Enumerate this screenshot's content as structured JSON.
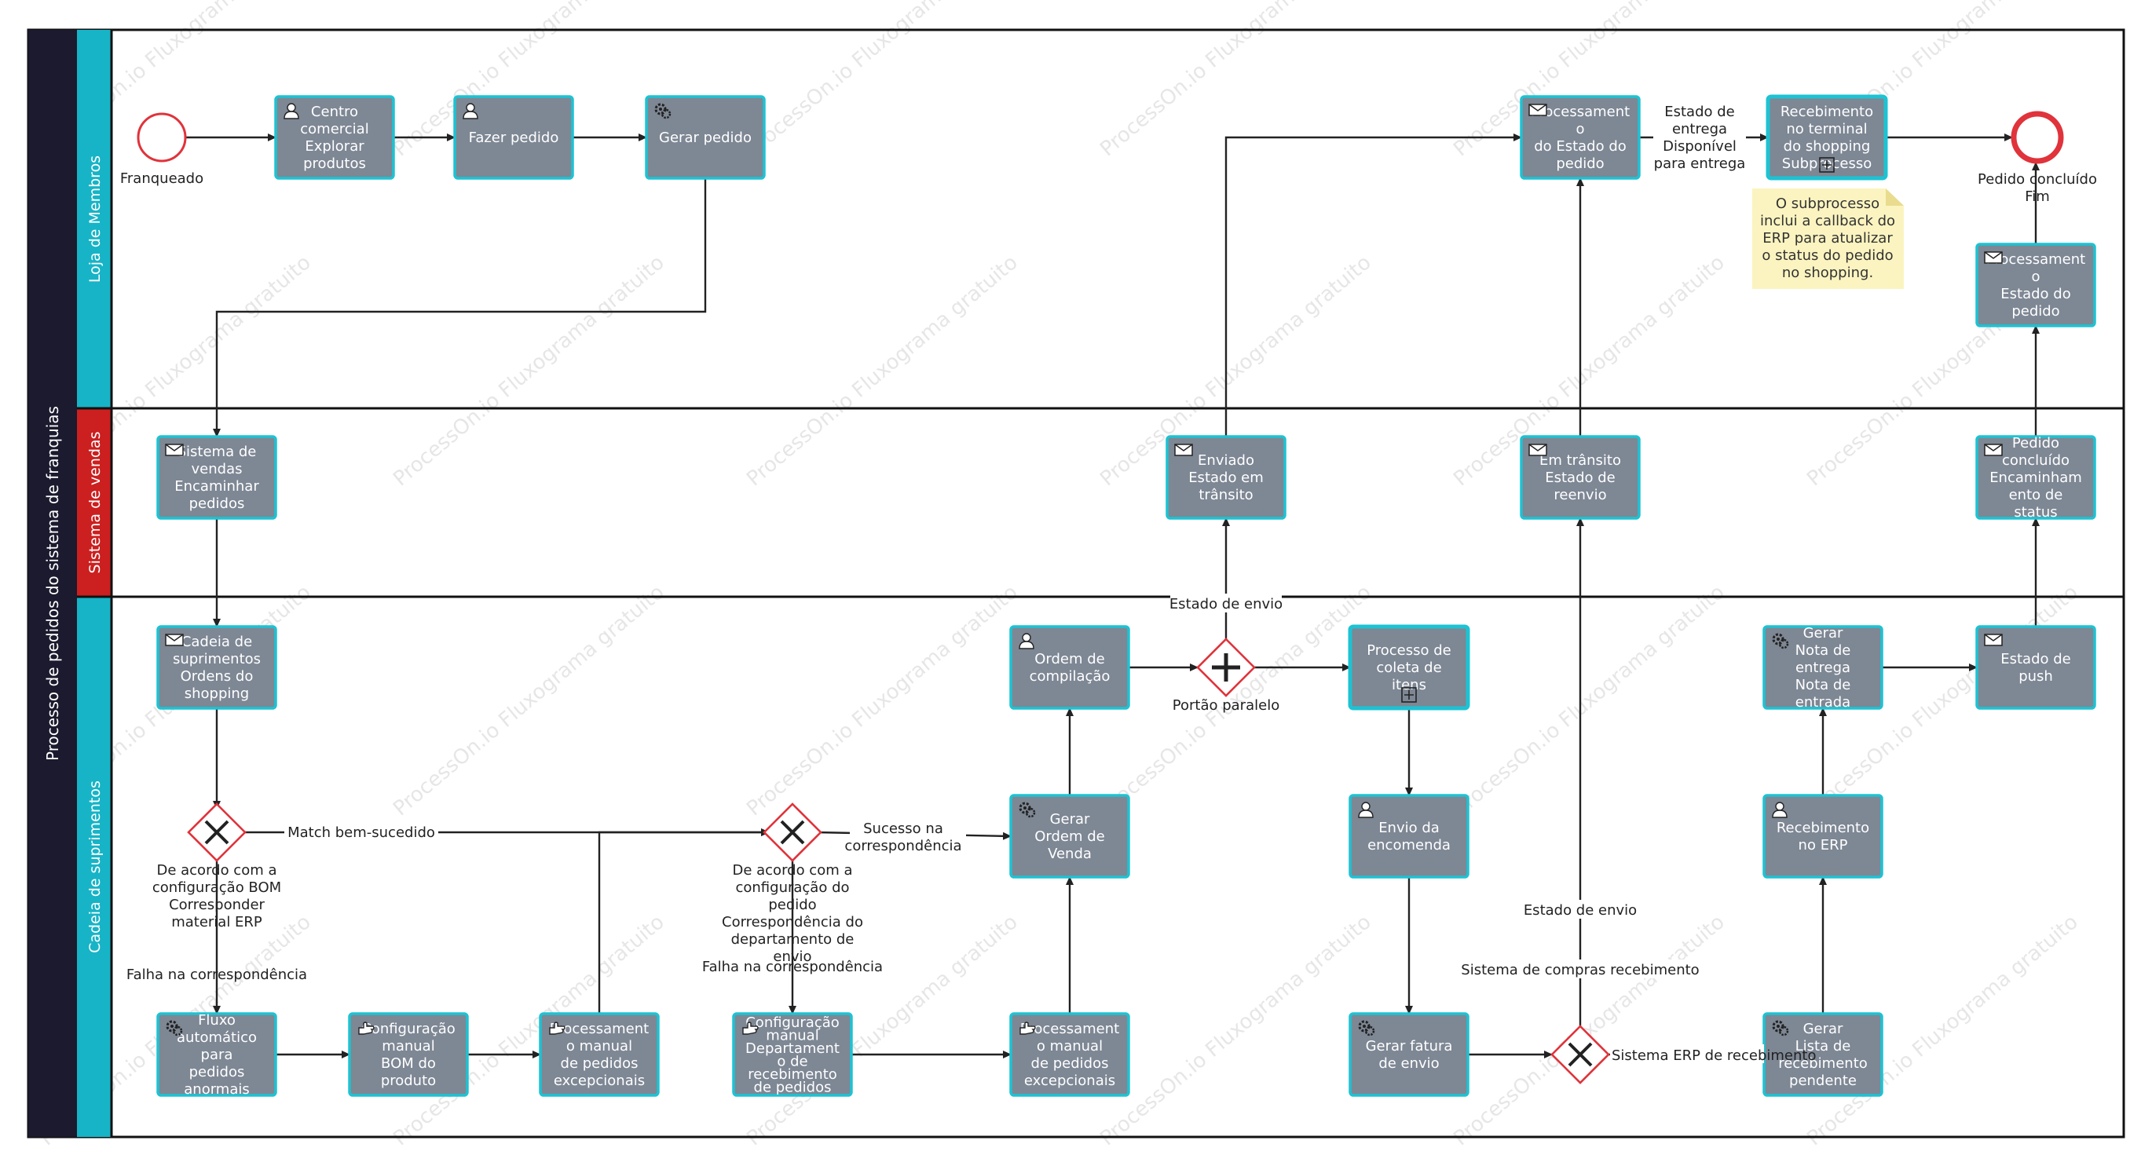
{
  "pool": {
    "title": "Processo de pedidos do sistema de franquias",
    "color": "#1b1a2e"
  },
  "lanes": [
    {
      "id": "loja",
      "title": "Loja de Membros",
      "color": "#16b4c6"
    },
    {
      "id": "vendas",
      "title": "Sistema de vendas",
      "color": "#cc1f1f"
    },
    {
      "id": "cadeia",
      "title": "Cadeia de suprimentos",
      "color": "#16b4c6"
    }
  ],
  "watermark": "ProcessOn.io Fluxograma gratuito",
  "colors": {
    "task_fill": "#7e8794",
    "task_border": "#1cc3d3",
    "gateway": "#e0333b",
    "event": "#e0333b",
    "note": "#fbf4c0"
  },
  "events": [
    {
      "id": "start",
      "label": "Franqueado"
    },
    {
      "id": "end",
      "label": [
        "Pedido concluído",
        "Fim"
      ]
    }
  ],
  "tasks": [
    {
      "id": "t1",
      "icon": "user-icon",
      "lines": [
        "Centro",
        "comercial",
        "Explorar",
        "produtos"
      ]
    },
    {
      "id": "t2",
      "icon": "user-icon",
      "lines": [
        "Fazer pedido"
      ]
    },
    {
      "id": "t3",
      "icon": "gear-icon",
      "lines": [
        "Gerar pedido"
      ]
    },
    {
      "id": "t4",
      "icon": "message-icon",
      "lines": [
        "Processament",
        "o",
        "do Estado do",
        "pedido"
      ]
    },
    {
      "id": "t5",
      "icon": "none",
      "lines": [
        "Recebimento",
        "no terminal",
        "do shopping",
        "Subprocesso"
      ]
    },
    {
      "id": "t6",
      "icon": "message-icon",
      "lines": [
        "Processament",
        "o",
        "Estado do",
        "pedido"
      ]
    },
    {
      "id": "t7",
      "icon": "message-icon",
      "lines": [
        "Sistema de",
        "vendas",
        "Encaminhar",
        "pedidos"
      ]
    },
    {
      "id": "t8",
      "icon": "message-icon",
      "lines": [
        "Enviado",
        "Estado em",
        "trânsito"
      ]
    },
    {
      "id": "t9",
      "icon": "message-icon",
      "lines": [
        "Em trânsito",
        "Estado de",
        "reenvio"
      ]
    },
    {
      "id": "t10",
      "icon": "message-icon",
      "lines": [
        "Pedido",
        "concluído",
        "Encaminham",
        "ento de",
        "status"
      ]
    },
    {
      "id": "t11",
      "icon": "message-icon",
      "lines": [
        "Cadeia de",
        "suprimentos",
        "Ordens do",
        "shopping"
      ]
    },
    {
      "id": "t12",
      "icon": "user-icon",
      "lines": [
        "Ordem de",
        "compilação"
      ]
    },
    {
      "id": "t13",
      "icon": "none",
      "lines": [
        "Processo de",
        "coleta de",
        "itens"
      ]
    },
    {
      "id": "t14",
      "icon": "gear-icon",
      "lines": [
        "Gerar",
        "Nota de",
        "entrega",
        "Nota de",
        "entrada"
      ]
    },
    {
      "id": "t15",
      "icon": "message-icon",
      "lines": [
        "Estado de",
        "push"
      ]
    },
    {
      "id": "t16",
      "icon": "gear-icon",
      "lines": [
        "Gerar",
        "Ordem de",
        "Venda"
      ]
    },
    {
      "id": "t17",
      "icon": "user-icon",
      "lines": [
        "Envio da",
        "encomenda"
      ]
    },
    {
      "id": "t18",
      "icon": "user-icon",
      "lines": [
        "Recebimento",
        "no ERP"
      ]
    },
    {
      "id": "t19",
      "icon": "gear-icon",
      "lines": [
        "Fluxo",
        "automático",
        "para",
        "pedidos",
        "anormais"
      ]
    },
    {
      "id": "t20",
      "icon": "hand-icon",
      "lines": [
        "Configuração",
        "manual",
        "BOM do",
        "produto"
      ]
    },
    {
      "id": "t21",
      "icon": "hand-icon",
      "lines": [
        "Processament",
        "o manual",
        "de pedidos",
        "excepcionais"
      ]
    },
    {
      "id": "t22",
      "icon": "hand-icon",
      "lines": [
        "Configuração",
        "manual",
        "Departament",
        "o de",
        "recebimento",
        "de pedidos"
      ]
    },
    {
      "id": "t23",
      "icon": "hand-icon",
      "lines": [
        "Processament",
        "o manual",
        "de pedidos",
        "excepcionais"
      ]
    },
    {
      "id": "t24",
      "icon": "gear-icon",
      "lines": [
        "Gerar fatura",
        "de envio"
      ]
    },
    {
      "id": "t25",
      "icon": "gear-icon",
      "lines": [
        "Gerar",
        "Lista de",
        "recebimento",
        "pendente"
      ]
    }
  ],
  "gateways": [
    {
      "id": "g1",
      "type": "exclusive",
      "lines": [
        "De acordo com a",
        "configuração BOM",
        "Corresponder",
        "material ERP"
      ]
    },
    {
      "id": "g2",
      "type": "exclusive",
      "lines": [
        "De acordo com a",
        "configuração do",
        "pedido",
        "Correspondência do",
        "departamento de",
        "envio"
      ]
    },
    {
      "id": "g3",
      "type": "parallel",
      "lines": [
        "Portão paralelo"
      ]
    },
    {
      "id": "g4",
      "type": "exclusive",
      "lines": []
    }
  ],
  "flow_labels": {
    "state_available": [
      "Estado de",
      "entrega",
      "Disponível",
      "para entrega"
    ],
    "match_ok": "Match bem-sucedido",
    "match_fail_1": "Falha na correspondência",
    "match_fail_2": "Falha na correspondência",
    "match_success": [
      "Sucesso na",
      "correspondência"
    ],
    "ship_state_1": "Estado de envio",
    "ship_state_2": "Estado de envio",
    "purchase_receipt": "Sistema de compras recebimento",
    "erp_receipt": "Sistema ERP de recebimento"
  },
  "note": {
    "lines": [
      "O subprocesso",
      "inclui a callback do",
      "ERP para atualizar",
      "o status do pedido",
      "no shopping."
    ]
  }
}
